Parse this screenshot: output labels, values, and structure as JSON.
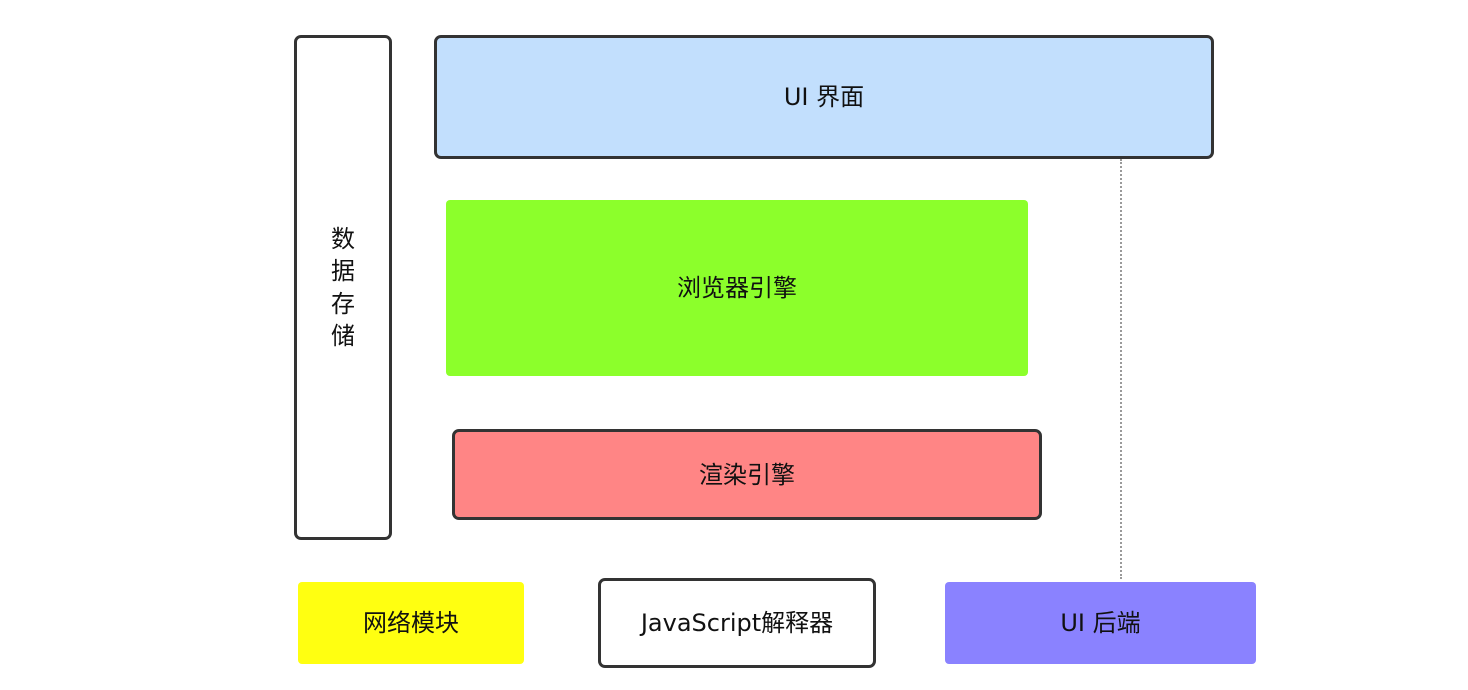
{
  "diagram": {
    "blocks": {
      "data_storage": {
        "label": "数据存储",
        "color": "#ffffff"
      },
      "ui_layer": {
        "label": "UI 界面",
        "color": "#c2dffd"
      },
      "browser_engine": {
        "label": "浏览器引擎",
        "color": "#8cff2b"
      },
      "render_engine": {
        "label": "渲染引擎",
        "color": "#ff8585"
      },
      "network_module": {
        "label": "网络模块",
        "color": "#ffff11"
      },
      "js_interpreter": {
        "label": "JavaScript解释器",
        "color": "#ffffff"
      },
      "ui_backend": {
        "label": "UI 后端",
        "color": "#8a82ff"
      }
    },
    "connector": {
      "from": "ui_layer",
      "to": "ui_backend",
      "style": "dotted"
    }
  }
}
